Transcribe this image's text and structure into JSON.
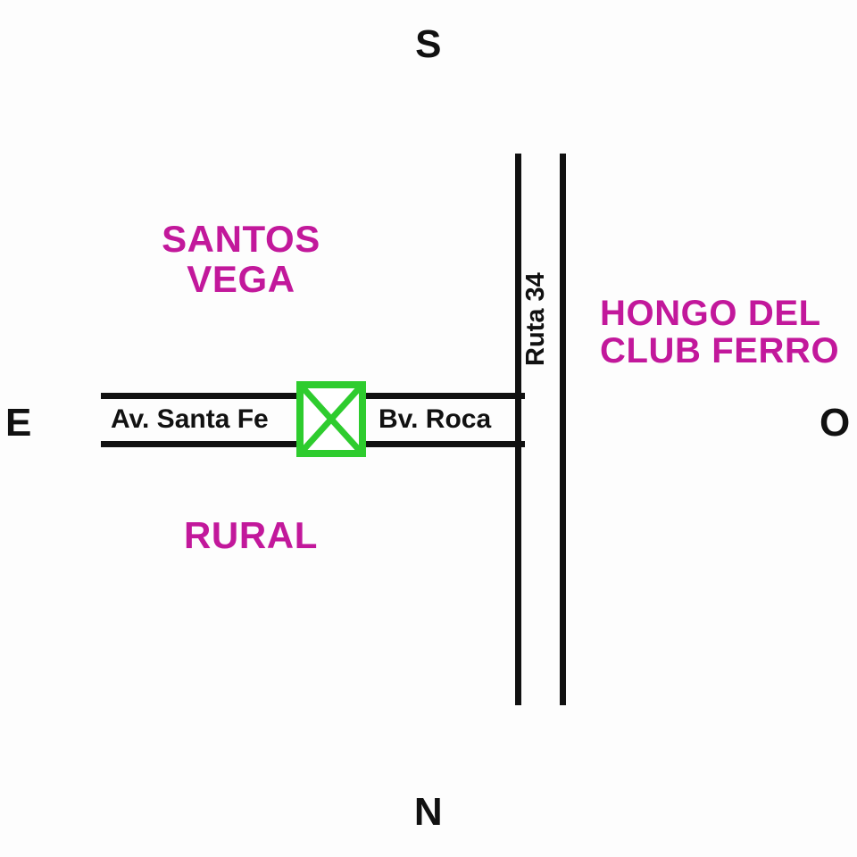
{
  "map": {
    "background_color": "#fdfdfd",
    "compass": {
      "south_label": "S",
      "north_label": "N",
      "east_label": "E",
      "west_label": "O"
    },
    "colors": {
      "road": "#111111",
      "zone_label": "#c2189b",
      "marker": "#2ecc2e",
      "text": "#111111"
    },
    "streets": {
      "avenue_west_label": "Av. Santa Fe",
      "avenue_east_label": "Bv. Roca",
      "route_label": "Ruta 34"
    },
    "marker": {
      "name": "crossed-square-marker",
      "shape": "square-with-x"
    },
    "zones": [
      {
        "id": "santos-vega",
        "label": "SANTOS\nVEGA"
      },
      {
        "id": "rural",
        "label": "RURAL"
      },
      {
        "id": "hongo-club-ferro",
        "label": "HONGO DEL\nCLUB FERRO"
      }
    ]
  }
}
